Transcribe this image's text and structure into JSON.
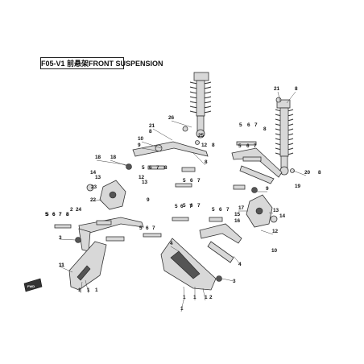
{
  "title": "F05-V1 前悬架FRONT SUSPENSION",
  "callouts": [
    "21",
    "8",
    "26",
    "10",
    "9",
    "21",
    "8",
    "12",
    "13",
    "18",
    "11",
    "5",
    "6",
    "7",
    "8",
    "5",
    "6",
    "7",
    "14",
    "13",
    "22",
    "23",
    "2",
    "24",
    "5",
    "6",
    "7",
    "8",
    "3",
    "11",
    "1",
    "1",
    "1",
    "8",
    "8",
    "5",
    "6",
    "7",
    "8",
    "5",
    "6",
    "7",
    "20",
    "8",
    "4",
    "5",
    "6",
    "7",
    "5",
    "6",
    "7",
    "17",
    "15",
    "16",
    "19",
    "13",
    "14",
    "12",
    "10",
    "5",
    "6",
    "7",
    "4",
    "3",
    "1",
    "1",
    "1",
    "2",
    "1",
    "25",
    "12",
    "9",
    "9",
    "5",
    "6",
    "7",
    "8",
    "5",
    "6",
    "7",
    "18"
  ],
  "badge": "FWD",
  "colors": {
    "stroke": "#333333",
    "fill": "#d8d8d8",
    "dark": "#555555"
  }
}
